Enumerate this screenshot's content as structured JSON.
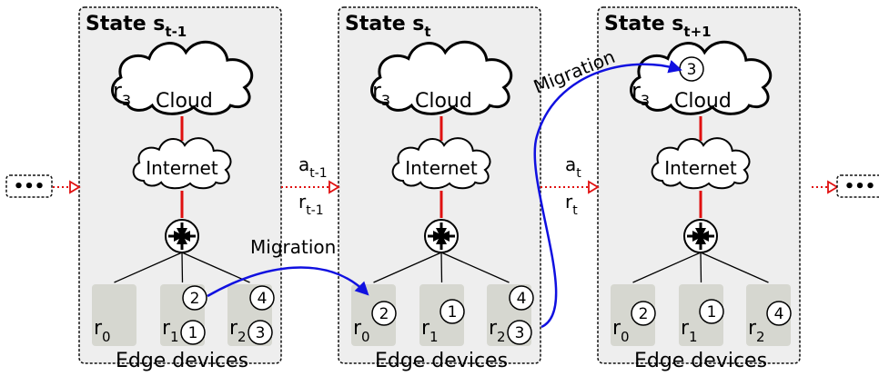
{
  "states": [
    {
      "title": "State s",
      "subscript": "t-1",
      "cloud": {
        "resource": "r",
        "resource_sub": "3",
        "label": "Cloud",
        "apps": []
      },
      "internet_label": "Internet",
      "edge_label": "Edge devices",
      "devices": [
        {
          "label": "r",
          "sub": "0",
          "apps": []
        },
        {
          "label": "r",
          "sub": "1",
          "apps": [
            "1",
            "2"
          ]
        },
        {
          "label": "r",
          "sub": "2",
          "apps": [
            "3",
            "4"
          ]
        }
      ]
    },
    {
      "title": "State s",
      "subscript": "t",
      "cloud": {
        "resource": "r",
        "resource_sub": "3",
        "label": "Cloud",
        "apps": []
      },
      "internet_label": "Internet",
      "edge_label": "Edge devices",
      "devices": [
        {
          "label": "r",
          "sub": "0",
          "apps": [
            "2"
          ]
        },
        {
          "label": "r",
          "sub": "1",
          "apps": [
            "1"
          ]
        },
        {
          "label": "r",
          "sub": "2",
          "apps": [
            "3",
            "4"
          ]
        }
      ]
    },
    {
      "title": "State s",
      "subscript": "t+1",
      "cloud": {
        "resource": "r",
        "resource_sub": "3",
        "label": "Cloud",
        "apps": [
          "3"
        ]
      },
      "internet_label": "Internet",
      "edge_label": "Edge devices",
      "devices": [
        {
          "label": "r",
          "sub": "0",
          "apps": [
            "2"
          ]
        },
        {
          "label": "r",
          "sub": "1",
          "apps": [
            "1"
          ]
        },
        {
          "label": "r",
          "sub": "2",
          "apps": [
            "4"
          ]
        }
      ]
    }
  ],
  "transitions": [
    {
      "action": "a",
      "action_sub": "t-1",
      "reward": "r",
      "reward_sub": "t-1"
    },
    {
      "action": "a",
      "action_sub": "t",
      "reward": "r",
      "reward_sub": "t"
    }
  ],
  "migrations": [
    {
      "label": "Migration",
      "from": "edge device r1 (state t-1)",
      "to": "edge device r0 (state t)"
    },
    {
      "label": "Migration",
      "from": "edge device r2 (state t)",
      "to": "cloud r3 (state t+1)"
    }
  ],
  "ellipsis": "•••",
  "colors": {
    "migration": "#1010e0",
    "link": "#e01010",
    "panel": "#eeeeee",
    "device": "#d6d7d0"
  }
}
